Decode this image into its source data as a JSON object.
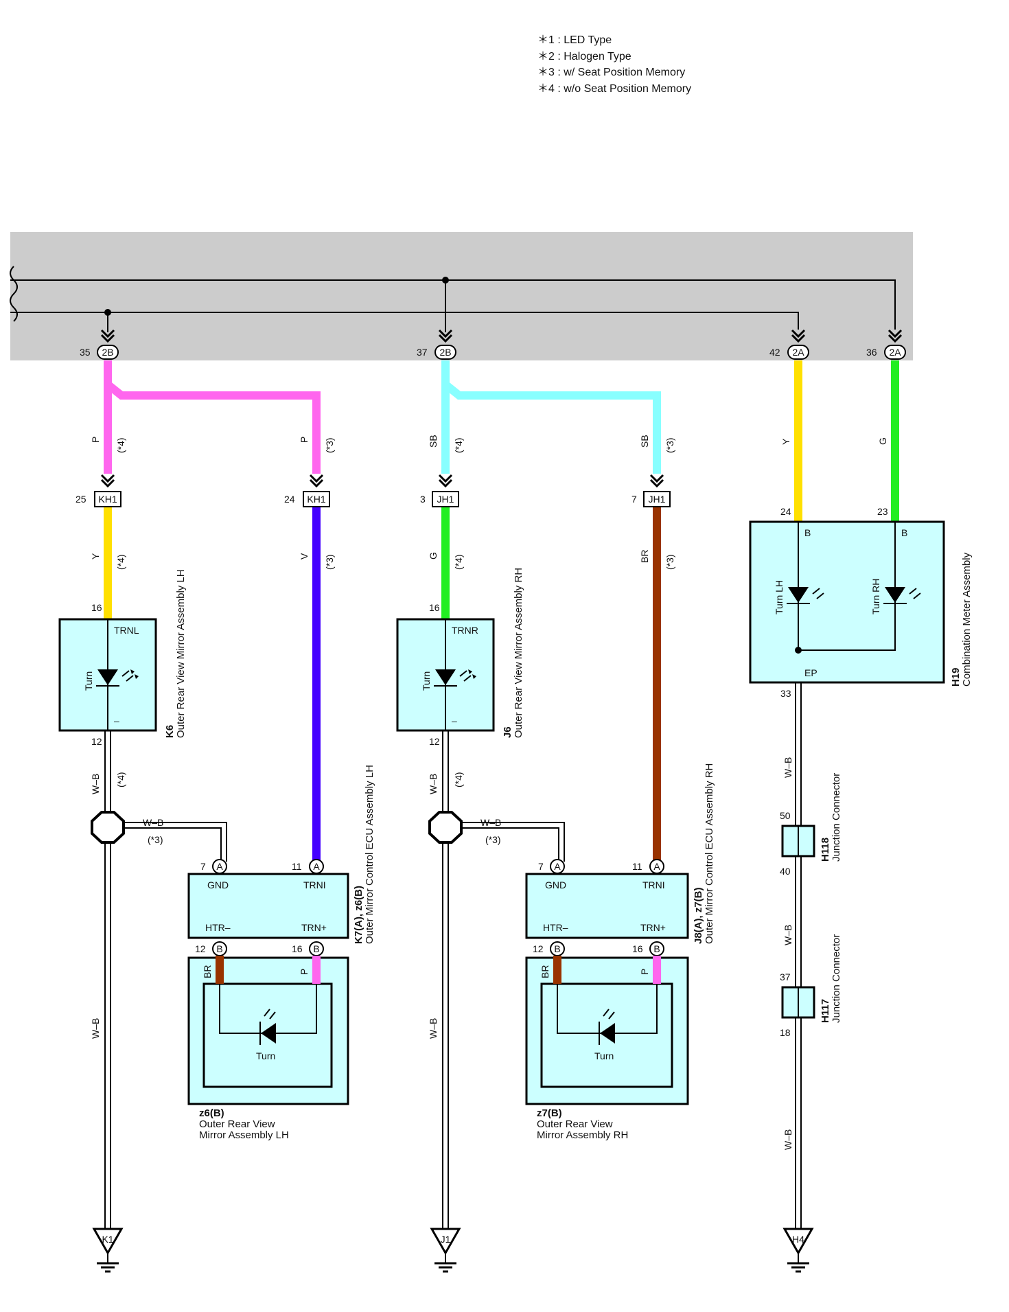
{
  "legend": [
    "＊1 : LED Type",
    "＊2 : Halogen Type",
    "＊3 : w/ Seat Position Memory",
    "＊4 : w/o Seat Position Memory"
  ],
  "colors": {
    "P": "#ff66ee",
    "SB": "#88ffff",
    "Y": "#ffe000",
    "G": "#22ee22",
    "V": "#4400ff",
    "BR": "#993300",
    "box": "#ccffff",
    "band": "#cccccc"
  },
  "top_pins": {
    "p35": "35",
    "c2B_a": "2B",
    "p37": "37",
    "c2B_b": "2B",
    "p42": "42",
    "c2A_a": "2A",
    "p36": "36",
    "c2A_b": "2A"
  },
  "wire_labels": {
    "P": "P",
    "SB": "SB",
    "Y": "Y",
    "G": "G",
    "V": "V",
    "BR": "BR",
    "WB": "W–B",
    "n3": "(*3)",
    "n4": "(*4)"
  },
  "mid_pins": {
    "p25": "25",
    "kh1": "KH1",
    "p24": "24",
    "p3": "3",
    "jh1": "JH1",
    "p7": "7",
    "p16": "16",
    "p12": "12",
    "p11": "11",
    "p23": "23",
    "p33": "33",
    "p50": "50",
    "p40": "40",
    "p37": "37",
    "p18": "18",
    "cA": "A",
    "cB": "B"
  },
  "k6": {
    "id": "K6",
    "name": "Outer Rear View Mirror Assembly LH",
    "term_top": "TRNL",
    "term_bot": "–",
    "led": "Turn"
  },
  "j6": {
    "id": "J6",
    "name": "Outer Rear View Mirror Assembly RH",
    "term_top": "TRNR",
    "term_bot": "–",
    "led": "Turn"
  },
  "h19": {
    "id": "H19",
    "name": "Combination Meter Assembly",
    "b1": "B",
    "b2": "B",
    "led1": "Turn LH",
    "led2": "Turn RH",
    "ep": "EP"
  },
  "k7": {
    "id": "K7(A), z6(B)",
    "name": "Outer Mirror Control ECU Assembly LH",
    "gnd": "GND",
    "trni": "TRNI",
    "htr": "HTR–",
    "trn": "TRN+"
  },
  "j8": {
    "id": "J8(A), z7(B)",
    "name": "Outer Mirror Control ECU Assembly RH",
    "gnd": "GND",
    "trni": "TRNI",
    "htr": "HTR–",
    "trn": "TRN+"
  },
  "z6": {
    "id": "z6(B)",
    "line1": "Outer Rear View",
    "line2": "Mirror Assembly LH",
    "led": "Turn",
    "br": "BR",
    "p": "P"
  },
  "z7": {
    "id": "z7(B)",
    "line1": "Outer Rear View",
    "line2": "Mirror Assembly RH",
    "led": "Turn",
    "br": "BR",
    "p": "P"
  },
  "h118": {
    "id": "H118",
    "name": "Junction Connector"
  },
  "h117": {
    "id": "H117",
    "name": "Junction Connector"
  },
  "grounds": {
    "k1": "K1",
    "j1": "J1",
    "h4": "H4"
  }
}
